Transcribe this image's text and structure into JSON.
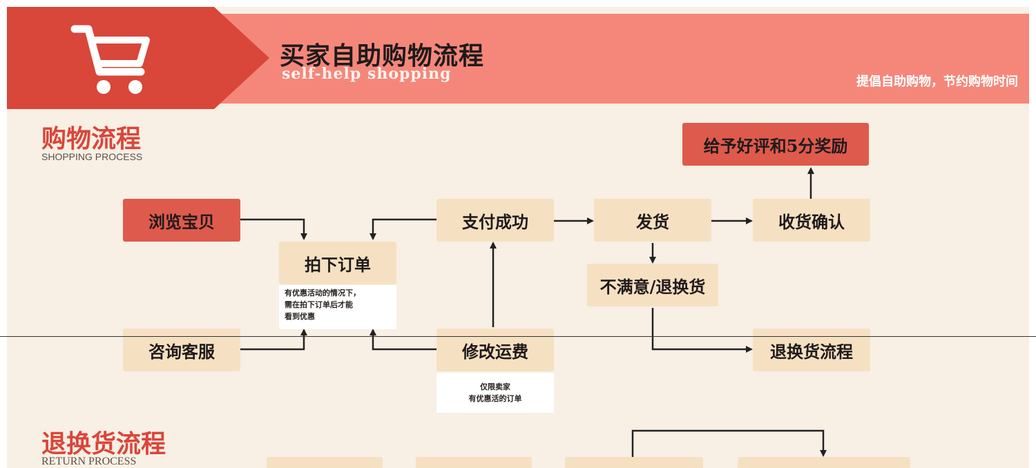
{
  "header": {
    "title": "买家自助购物流程",
    "subtitle": "self-help shopping",
    "slogan": "提倡自助购物，节约购物时间"
  },
  "shopping_section": {
    "title": "购物流程",
    "subtitle": "SHOPPING PROCESS"
  },
  "return_section": {
    "title": "退换货流程",
    "subtitle": "RETURN PROCESS"
  },
  "nodes": {
    "browse": "浏览宝贝",
    "order": "拍下订单",
    "order_note": [
      "有优惠活动的情况下，",
      "需在拍下订单后才能",
      "看到优惠"
    ],
    "consult": "咨询客服",
    "pay_success": "支付成功",
    "modify_freight": "修改运费",
    "modify_note": [
      "仅限卖家",
      "有优惠活的订单"
    ],
    "ship": "发货",
    "unsatisfied": "不满意/退换货",
    "confirm_receipt": "收货确认",
    "good_review": "给予好评和5分奖励",
    "return_process": "退换货流程"
  },
  "colors": {
    "header_band": "#f5877a",
    "header_arrow": "#d9463a",
    "node_beige": "#f5e1c2",
    "node_red": "#de5a4c",
    "panel": "#f8efe5"
  },
  "icons": [
    "shopping-cart-icon"
  ]
}
